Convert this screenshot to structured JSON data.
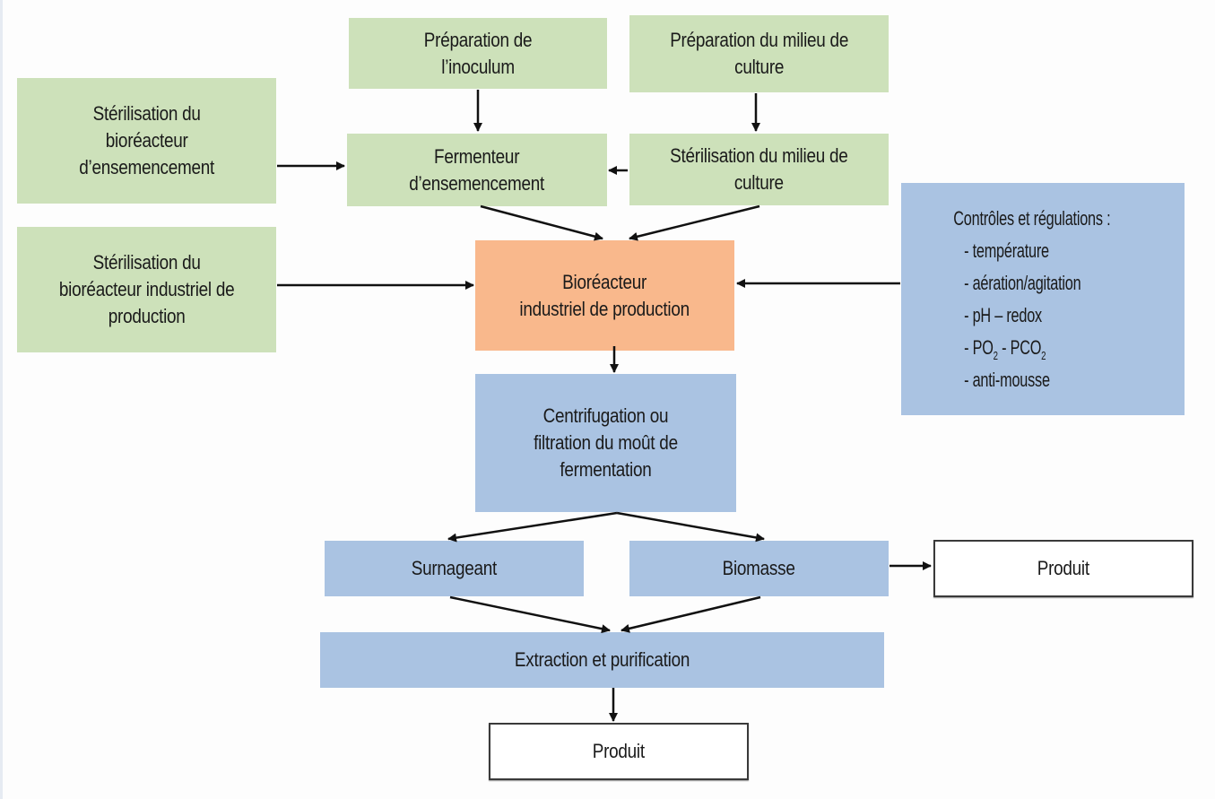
{
  "nodes": {
    "prep_inoculum": "Préparation de\nl’inoculum",
    "prep_milieu": "Préparation du milieu de\nculture",
    "steril_bioreacteur_ensemencement": "Stérilisation du\nbioréacteur\nd’ensemencement",
    "fermenteur": "Fermenteur\nd’ensemencement",
    "steril_milieu": "Stérilisation du milieu de\nculture",
    "steril_bioreacteur_industriel": "Stérilisation du\nbioréacteur industriel de\nproduction",
    "bioreacteur": "Bioréacteur\nindustriel de production",
    "centrifugation": "Centrifugation ou\nfiltration du moût de\nfermentation",
    "surnageant": "Surnageant",
    "biomasse": "Biomasse",
    "produit_biomasse": "Produit",
    "extraction": "Extraction et purification",
    "produit_final": "Produit"
  },
  "controls": {
    "title": "Contrôles et régulations :",
    "items": [
      {
        "text": "- température"
      },
      {
        "text": "- aération/agitation"
      },
      {
        "text": "- pH – redox"
      },
      {
        "prefix": "- PO",
        "sub1": "2",
        "mid": " - PCO",
        "sub2": "2"
      },
      {
        "text": "- anti-mousse"
      }
    ]
  },
  "colors": {
    "preparation": "#cde1ba",
    "bioreactor": "#f9b88c",
    "processing": "#aac3e2",
    "product": "#ffffff",
    "arrow": "#111111"
  }
}
